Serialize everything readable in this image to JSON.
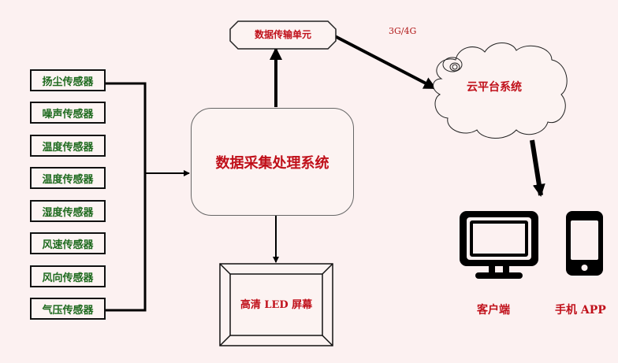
{
  "sensors": [
    {
      "label": "扬尘传感器"
    },
    {
      "label": "噪声传感器"
    },
    {
      "label": "温度传感器"
    },
    {
      "label": "温度传感器"
    },
    {
      "label": "湿度传感器"
    },
    {
      "label": "风速传感器"
    },
    {
      "label": "风向传感器"
    },
    {
      "label": "气压传感器"
    }
  ],
  "core_system": {
    "label": "数据采集处理系统"
  },
  "transmission_unit": {
    "label": "数据传输单元"
  },
  "network_label": "3G/4G",
  "cloud": {
    "label": "云平台系统"
  },
  "display": {
    "label": "高清 LED 屏幕"
  },
  "clients": {
    "desktop": {
      "label": "客户端",
      "icon": "monitor-icon"
    },
    "mobile": {
      "label": "手机 APP",
      "icon": "smartphone-icon"
    }
  },
  "colors": {
    "accent_red": "#c0101a",
    "sensor_green": "#1e6a1e",
    "background": "#fcf1f1"
  }
}
